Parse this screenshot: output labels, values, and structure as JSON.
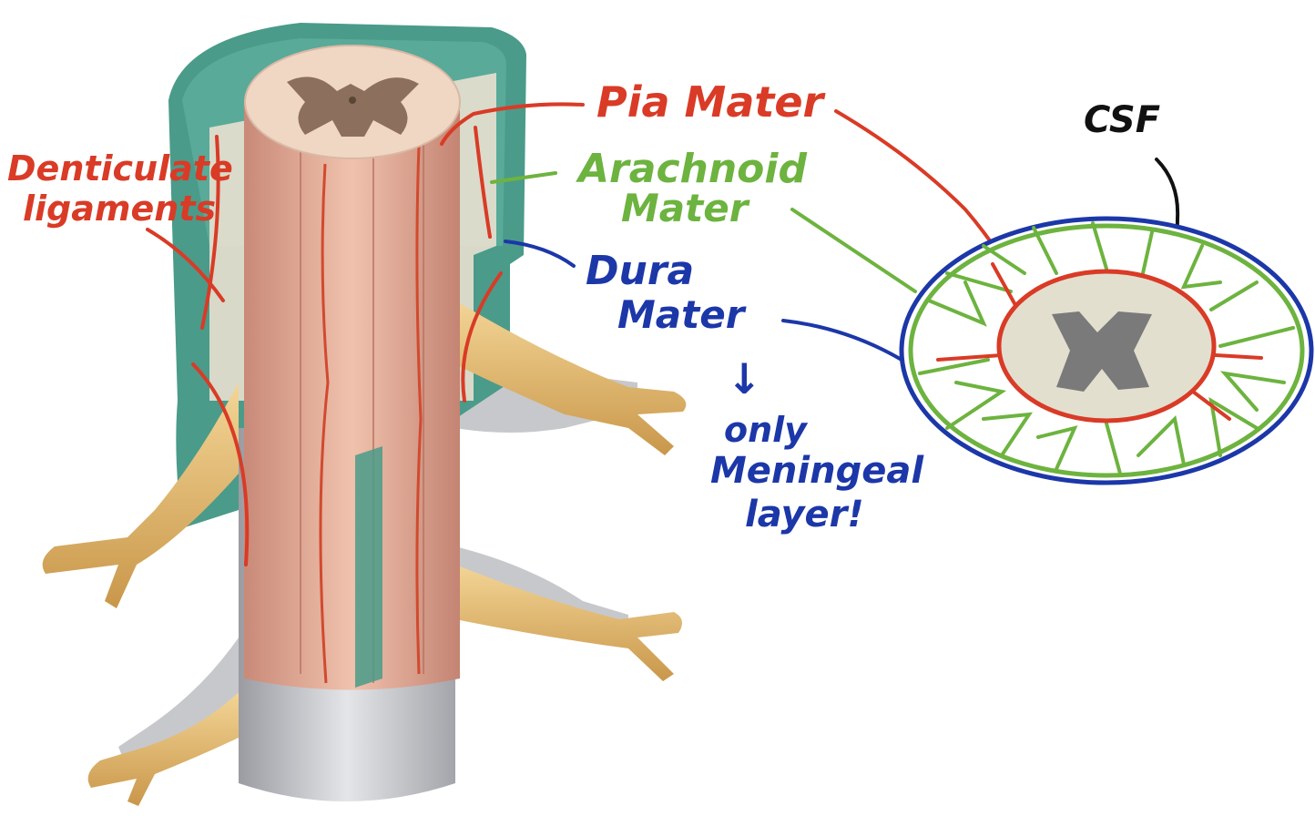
{
  "annotations": {
    "denticulate": [
      "Denticulate",
      "ligaments"
    ],
    "pia": "Pia Mater",
    "arachnoid": [
      "Arachnoid",
      "Mater"
    ],
    "dura": [
      "Dura",
      "Mater"
    ],
    "arrow": "↓",
    "only": [
      "only",
      "Meningeal",
      "layer!"
    ],
    "csf": "CSF"
  },
  "colors": {
    "pia": "#d93b26",
    "arachnoid": "#6db33f",
    "dura": "#1c37a8",
    "csf": "#111111",
    "cord_tissue": "#e7b4a0",
    "grey_matter": "#8c6f5c",
    "dura_tissue": "#cfd0d3",
    "epidural_teal": "#4a9b8a",
    "nerve": "#e8c27a"
  }
}
